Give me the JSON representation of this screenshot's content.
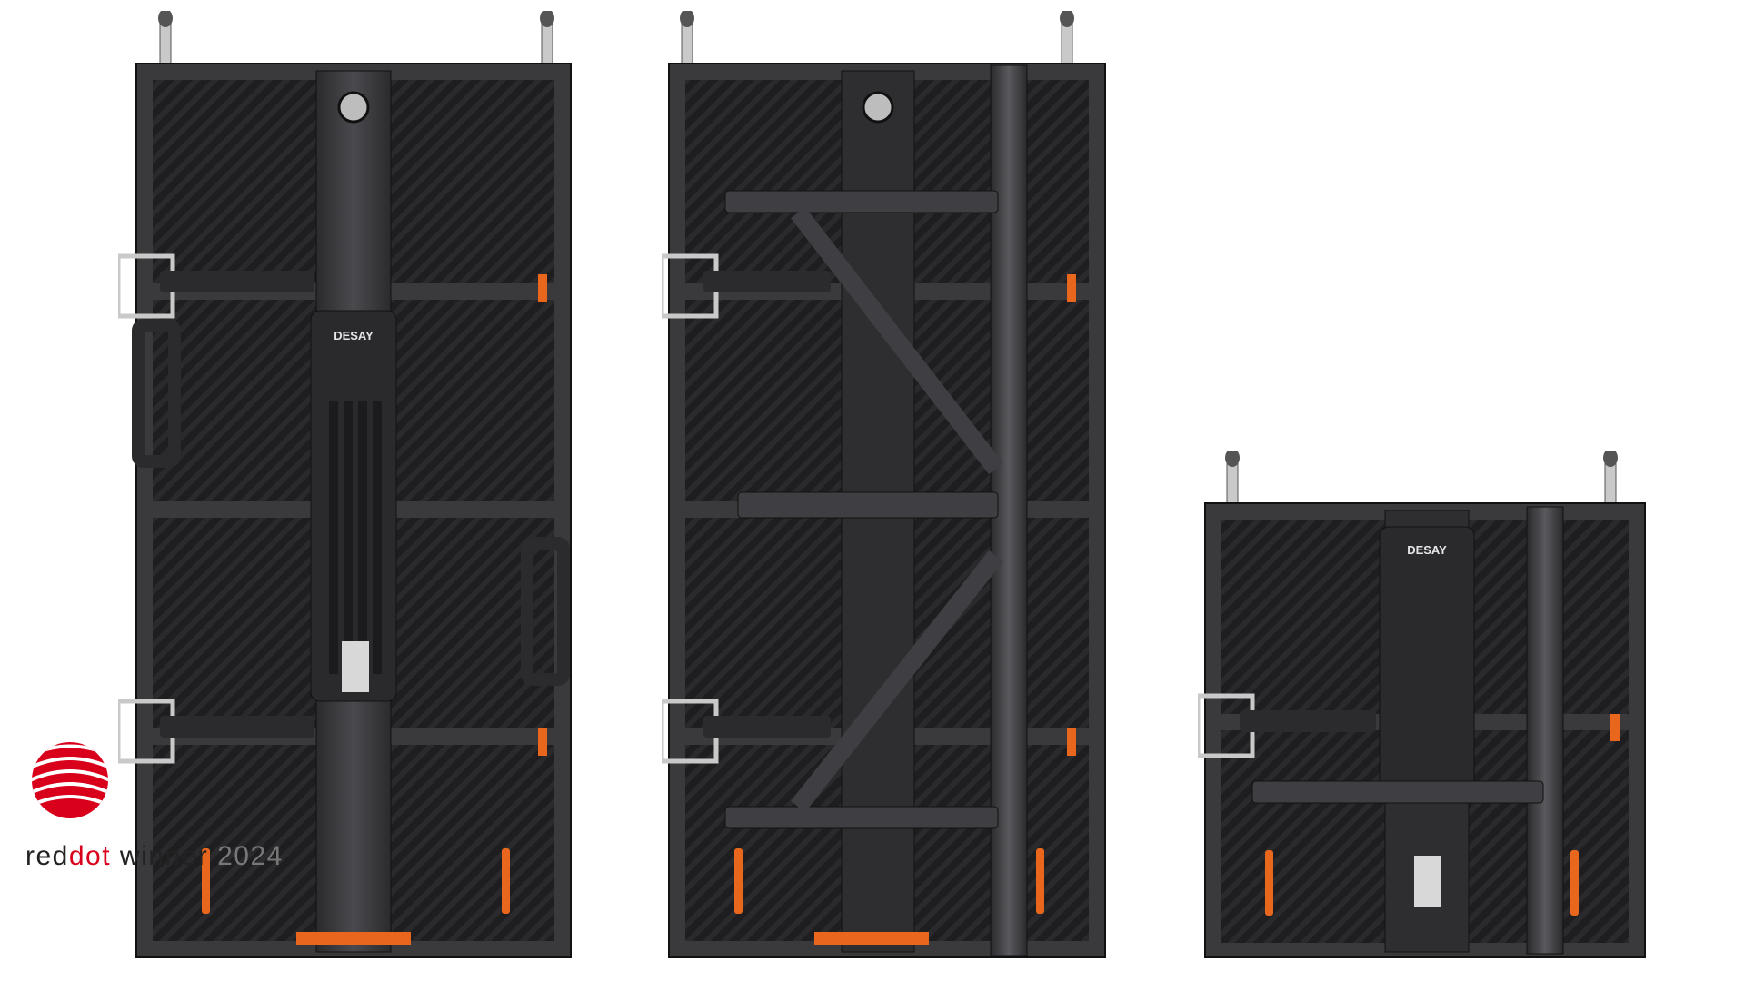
{
  "brand_label": "DESAY",
  "panels": [
    {
      "id": "panel-1",
      "variant": "tall",
      "with_bracing": false
    },
    {
      "id": "panel-2",
      "variant": "tall",
      "with_bracing": true
    },
    {
      "id": "panel-3",
      "variant": "short",
      "with_bracing": false
    }
  ],
  "award": {
    "word_red": "red",
    "word_dot": "dot",
    "word_winner": " winner ",
    "year": "2024"
  },
  "colors": {
    "frame": "#3a3a3c",
    "frame_dark": "#1f1f21",
    "accent_orange": "#e8671c",
    "reddot_red": "#d9001b"
  }
}
